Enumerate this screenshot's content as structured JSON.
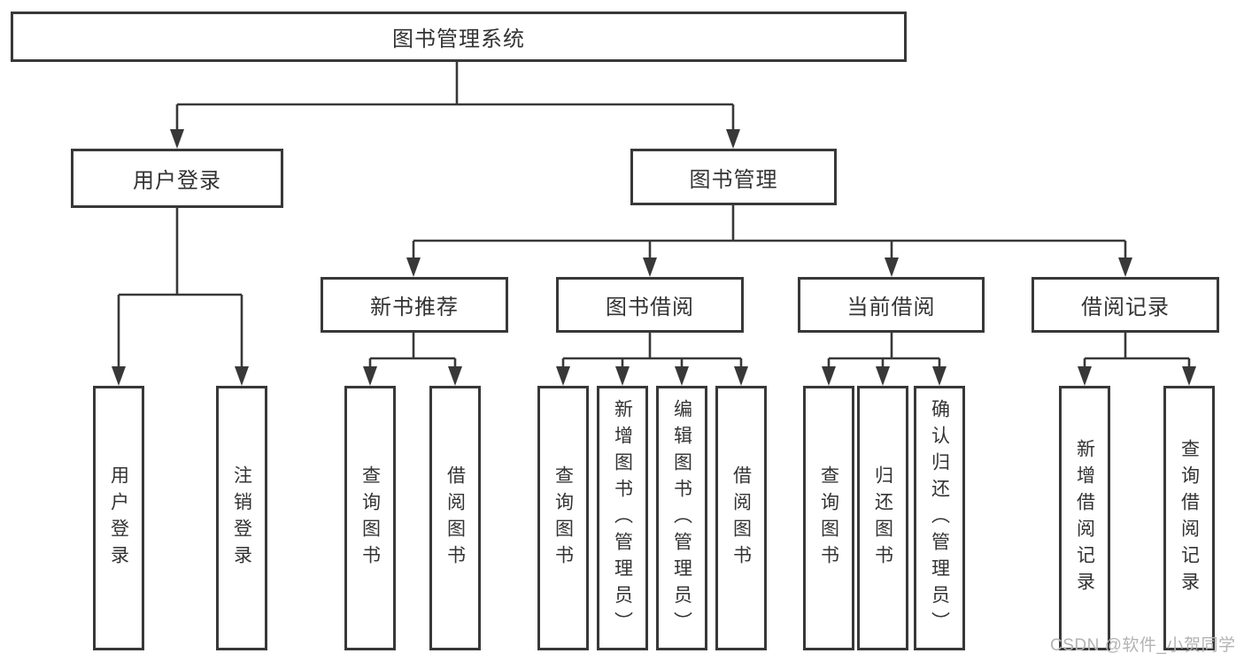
{
  "tree": {
    "label": "图书管理系统",
    "children": [
      {
        "label": "用户登录",
        "children": [
          {
            "label": "用户登录"
          },
          {
            "label": "注销登录"
          }
        ]
      },
      {
        "label": "图书管理",
        "children": [
          {
            "label": "新书推荐",
            "children": [
              {
                "label": "查询图书"
              },
              {
                "label": "借阅图书"
              }
            ]
          },
          {
            "label": "图书借阅",
            "children": [
              {
                "label": "查询图书"
              },
              {
                "label": "新增图书（管理员）"
              },
              {
                "label": "编辑图书（管理员）"
              },
              {
                "label": "借阅图书"
              }
            ]
          },
          {
            "label": "当前借阅",
            "children": [
              {
                "label": "查询图书"
              },
              {
                "label": "归还图书"
              },
              {
                "label": "确认归还（管理员）"
              }
            ]
          },
          {
            "label": "借阅记录",
            "children": [
              {
                "label": "新增借阅记录"
              },
              {
                "label": "查询借阅记录"
              }
            ]
          }
        ]
      }
    ]
  },
  "watermark": {
    "text": "CSDN @软件_小贺同学"
  },
  "colors": {
    "line": "#383838",
    "border": "#383838",
    "text": "#333333",
    "watermark": "#b3b3b3",
    "background": "#ffffff"
  }
}
